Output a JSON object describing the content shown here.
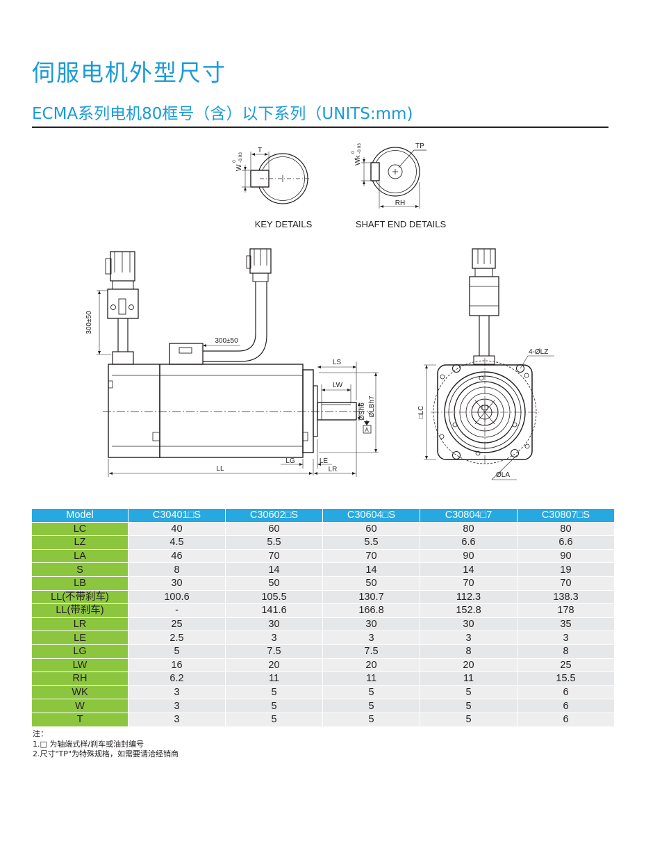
{
  "page": {
    "title": "伺服电机外型尺寸",
    "subtitle": "ECMA系列电机80框号（含）以下系列（UNITS:mm)"
  },
  "drawing": {
    "key_details_label": "KEY DETAILS",
    "shaft_end_details_label": "SHAFT END DETAILS",
    "labels": {
      "T": "T",
      "W": "W",
      "W_tol_upper": "0",
      "W_tol_lower": "-0.03",
      "Wk": "Wk",
      "Wk_tol_upper": "0",
      "Wk_tol_lower": "-0.03",
      "TP": "TP",
      "RH": "RH",
      "cable_vertical": "300±50",
      "cable_horizontal": "300±50",
      "LS": "LS",
      "LW": "LW",
      "Sh6": "ØSh6",
      "LBh7": "ØLBh7",
      "datum_A": "A",
      "LG": "LG",
      "LE": "LE",
      "LL": "LL",
      "LR": "LR",
      "LZ": "4-ØLZ",
      "LC": "□LC",
      "LA": "ØLA"
    }
  },
  "table": {
    "header": [
      "Model",
      "C30401□S",
      "C30602□S",
      "C30604□S",
      "C30804□7",
      "C30807□S"
    ],
    "rows": [
      {
        "label": "LC",
        "values": [
          "40",
          "60",
          "60",
          "80",
          "80"
        ]
      },
      {
        "label": "LZ",
        "values": [
          "4.5",
          "5.5",
          "5.5",
          "6.6",
          "6.6"
        ]
      },
      {
        "label": "LA",
        "values": [
          "46",
          "70",
          "70",
          "90",
          "90"
        ]
      },
      {
        "label": "S",
        "values": [
          "8",
          "14",
          "14",
          "14",
          "19"
        ]
      },
      {
        "label": "LB",
        "values": [
          "30",
          "50",
          "50",
          "70",
          "70"
        ]
      },
      {
        "label": "LL(不带刹车)",
        "values": [
          "100.6",
          "105.5",
          "130.7",
          "112.3",
          "138.3"
        ]
      },
      {
        "label": "LL(带刹车)",
        "values": [
          "-",
          "141.6",
          "166.8",
          "152.8",
          "178"
        ]
      },
      {
        "label": "LR",
        "values": [
          "25",
          "30",
          "30",
          "30",
          "35"
        ]
      },
      {
        "label": "LE",
        "values": [
          "2.5",
          "3",
          "3",
          "3",
          "3"
        ]
      },
      {
        "label": "LG",
        "values": [
          "5",
          "7.5",
          "7.5",
          "8",
          "8"
        ]
      },
      {
        "label": "LW",
        "values": [
          "16",
          "20",
          "20",
          "20",
          "25"
        ]
      },
      {
        "label": "RH",
        "values": [
          "6.2",
          "11",
          "11",
          "11",
          "15.5"
        ]
      },
      {
        "label": "WK",
        "values": [
          "3",
          "5",
          "5",
          "5",
          "6"
        ]
      },
      {
        "label": "W",
        "values": [
          "3",
          "5",
          "5",
          "5",
          "6"
        ]
      },
      {
        "label": "T",
        "values": [
          "3",
          "5",
          "5",
          "5",
          "6"
        ]
      }
    ]
  },
  "notes": {
    "heading": "注：",
    "items": [
      "1.□ 为轴端式样/刹车或油封编号",
      "2.尺寸\"TP\"为特殊规格，如需要请洽经销商"
    ]
  },
  "colors": {
    "title": "#1a9bd7",
    "table_header": "#27a8e0",
    "row_label": "#8cc63f",
    "cell": "#eeeeee"
  }
}
